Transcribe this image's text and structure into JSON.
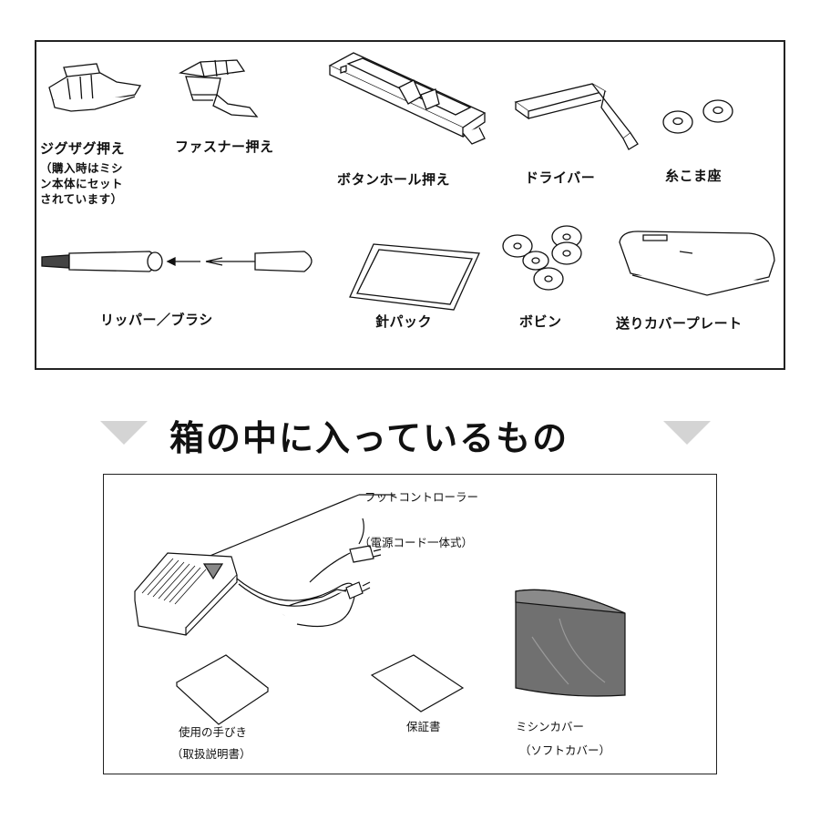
{
  "accessories": {
    "zigzag_foot": {
      "label": "ジグザグ押え",
      "note": "（購入時はミシ\nン本体にセット\nされています）"
    },
    "zipper_foot": {
      "label": "ファスナー押え"
    },
    "buttonhole_foot": {
      "label": "ボタンホール押え"
    },
    "screwdriver": {
      "label": "ドライバー"
    },
    "spool_felt": {
      "label": "糸こま座"
    },
    "ripper_brush": {
      "label": "リッパー／ブラシ"
    },
    "needle_pack": {
      "label": "針パック"
    },
    "bobbin": {
      "label": "ボビン"
    },
    "feed_cover_plate": {
      "label": "送りカバープレート"
    }
  },
  "heading": {
    "title": "箱の中に入っているもの"
  },
  "box_contents": {
    "foot_controller": {
      "label": "フットコントローラー",
      "note": "（電源コード一体式）"
    },
    "manual": {
      "label": "使用の手びき",
      "note": "（取扱説明書）"
    },
    "warranty": {
      "label": "保証書"
    },
    "cover": {
      "label": "ミシンカバー",
      "note": "（ソフトカバー）"
    }
  },
  "colors": {
    "border": "#222222",
    "arrow": "#d4d4d4",
    "cover_fill": "#707070"
  }
}
